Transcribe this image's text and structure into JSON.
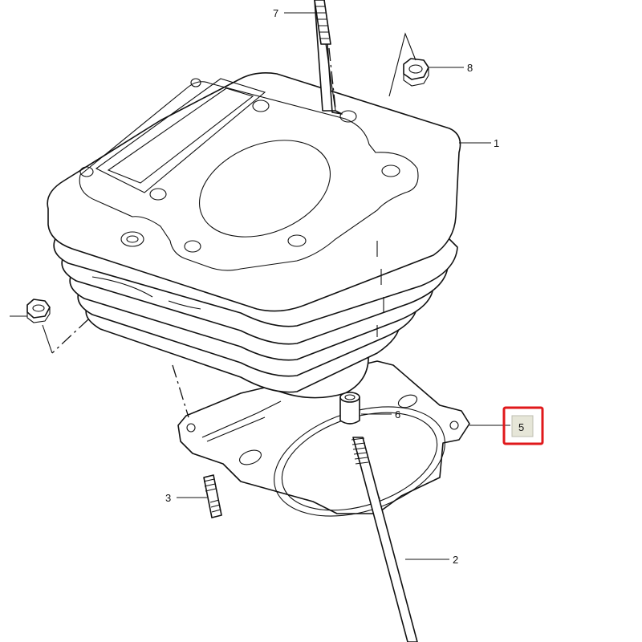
{
  "diagram": {
    "callouts": {
      "p1": "1",
      "p2": "2",
      "p3": "3",
      "p5": "5",
      "p6": "6",
      "p7": "7",
      "p8": "8"
    },
    "highlight": {
      "part": "5",
      "border_color": "#e0181b",
      "fill_color": "#e6e6d8"
    }
  }
}
